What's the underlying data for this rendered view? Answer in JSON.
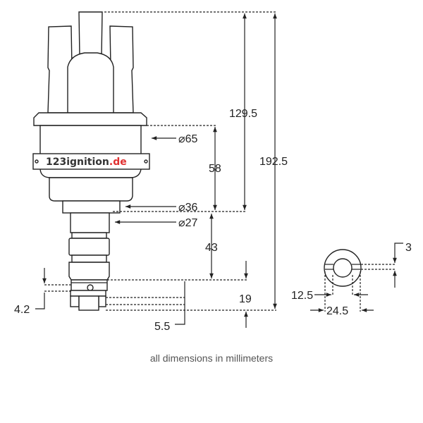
{
  "brand": {
    "name": "123ignition",
    "tld": ".de",
    "tld_color": "#e03030"
  },
  "dimensions": {
    "total_height": "192.5",
    "cap_height": "129.5",
    "body_height": "58",
    "shaft_length": "43",
    "drive_length": "19",
    "tongue_height": "5.5",
    "pin_offset": "4.2",
    "body_diameter": "⌀65",
    "neck_diameter": "⌀36",
    "shaft_diameter": "⌀27",
    "tongue_width": "12.5",
    "drive_diameter": "24.5",
    "slot_width": "3"
  },
  "caption": "all dimensions in millimeters"
}
